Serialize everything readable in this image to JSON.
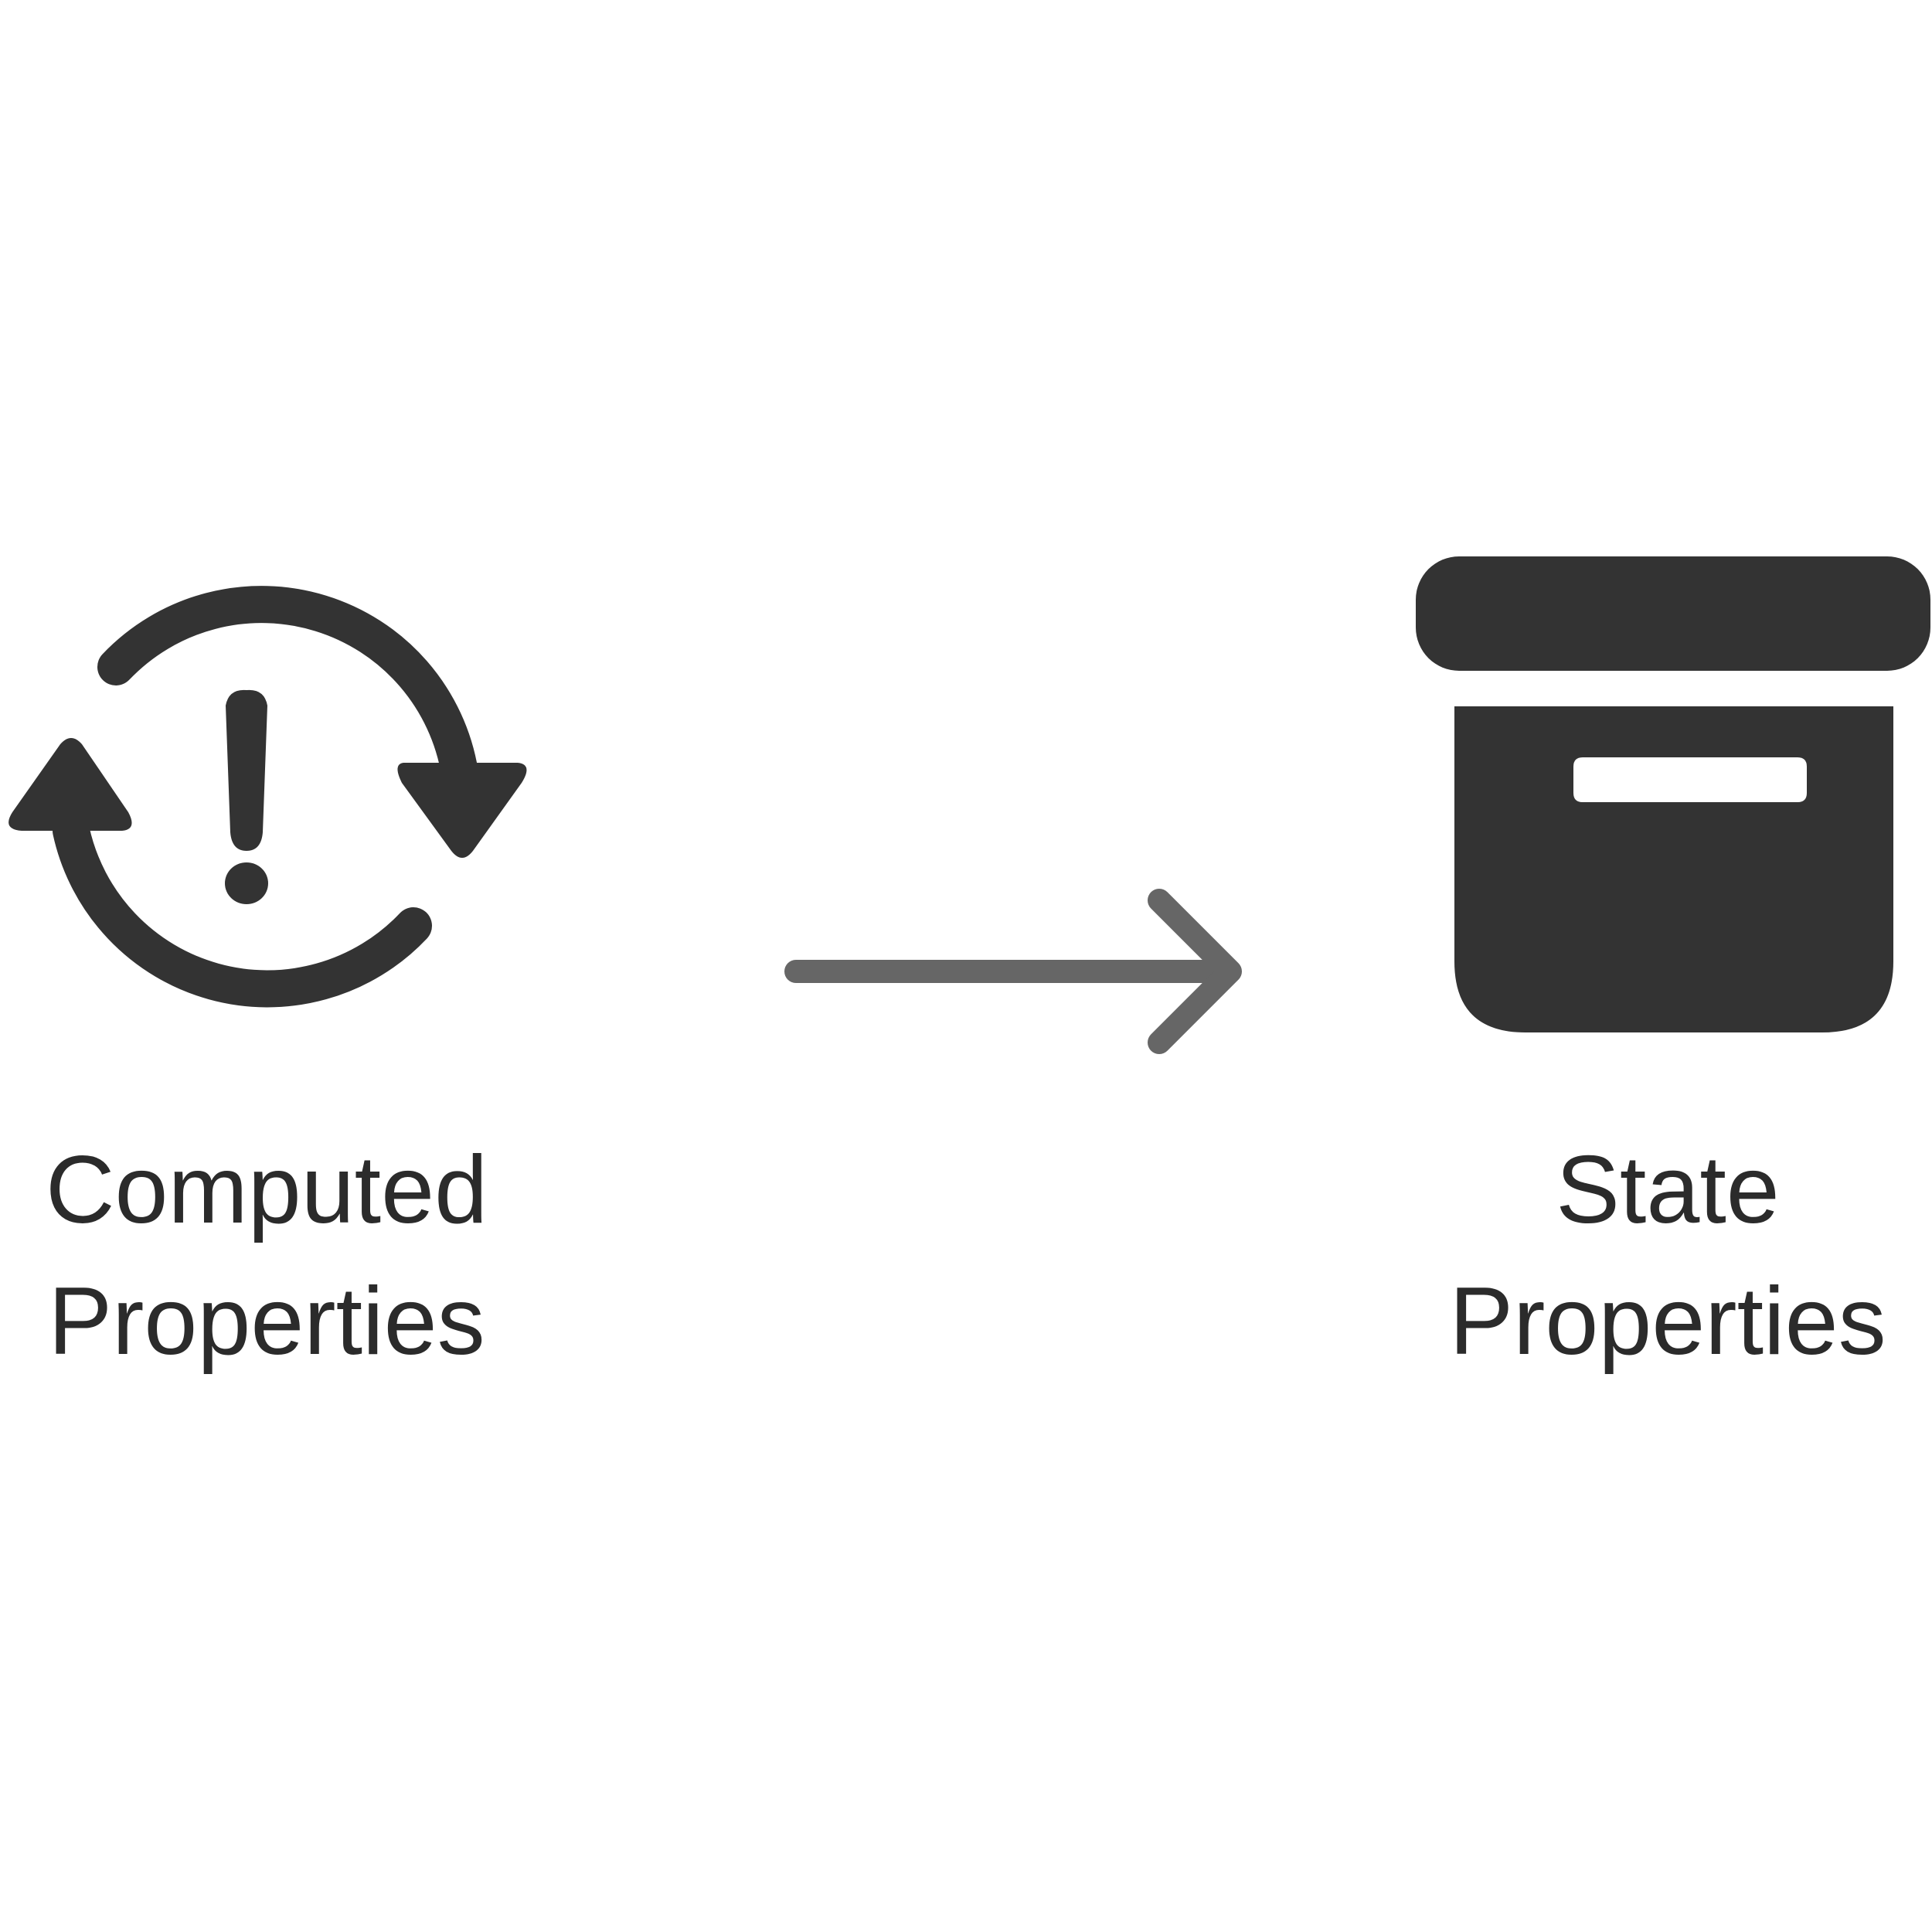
{
  "colors": {
    "icon": "#333333",
    "arrow": "#666666",
    "text": "#2b2b2b",
    "background": "#ffffff"
  },
  "nodes": [
    {
      "id": "computed",
      "icon": "refresh-warning-icon",
      "label_lines": [
        "Computed",
        "Properties"
      ]
    },
    {
      "id": "state",
      "icon": "archive-box-icon",
      "label_lines": [
        "State",
        "Properties"
      ]
    }
  ],
  "edges": [
    {
      "from": "computed",
      "to": "state",
      "icon": "arrow-right-icon"
    }
  ]
}
